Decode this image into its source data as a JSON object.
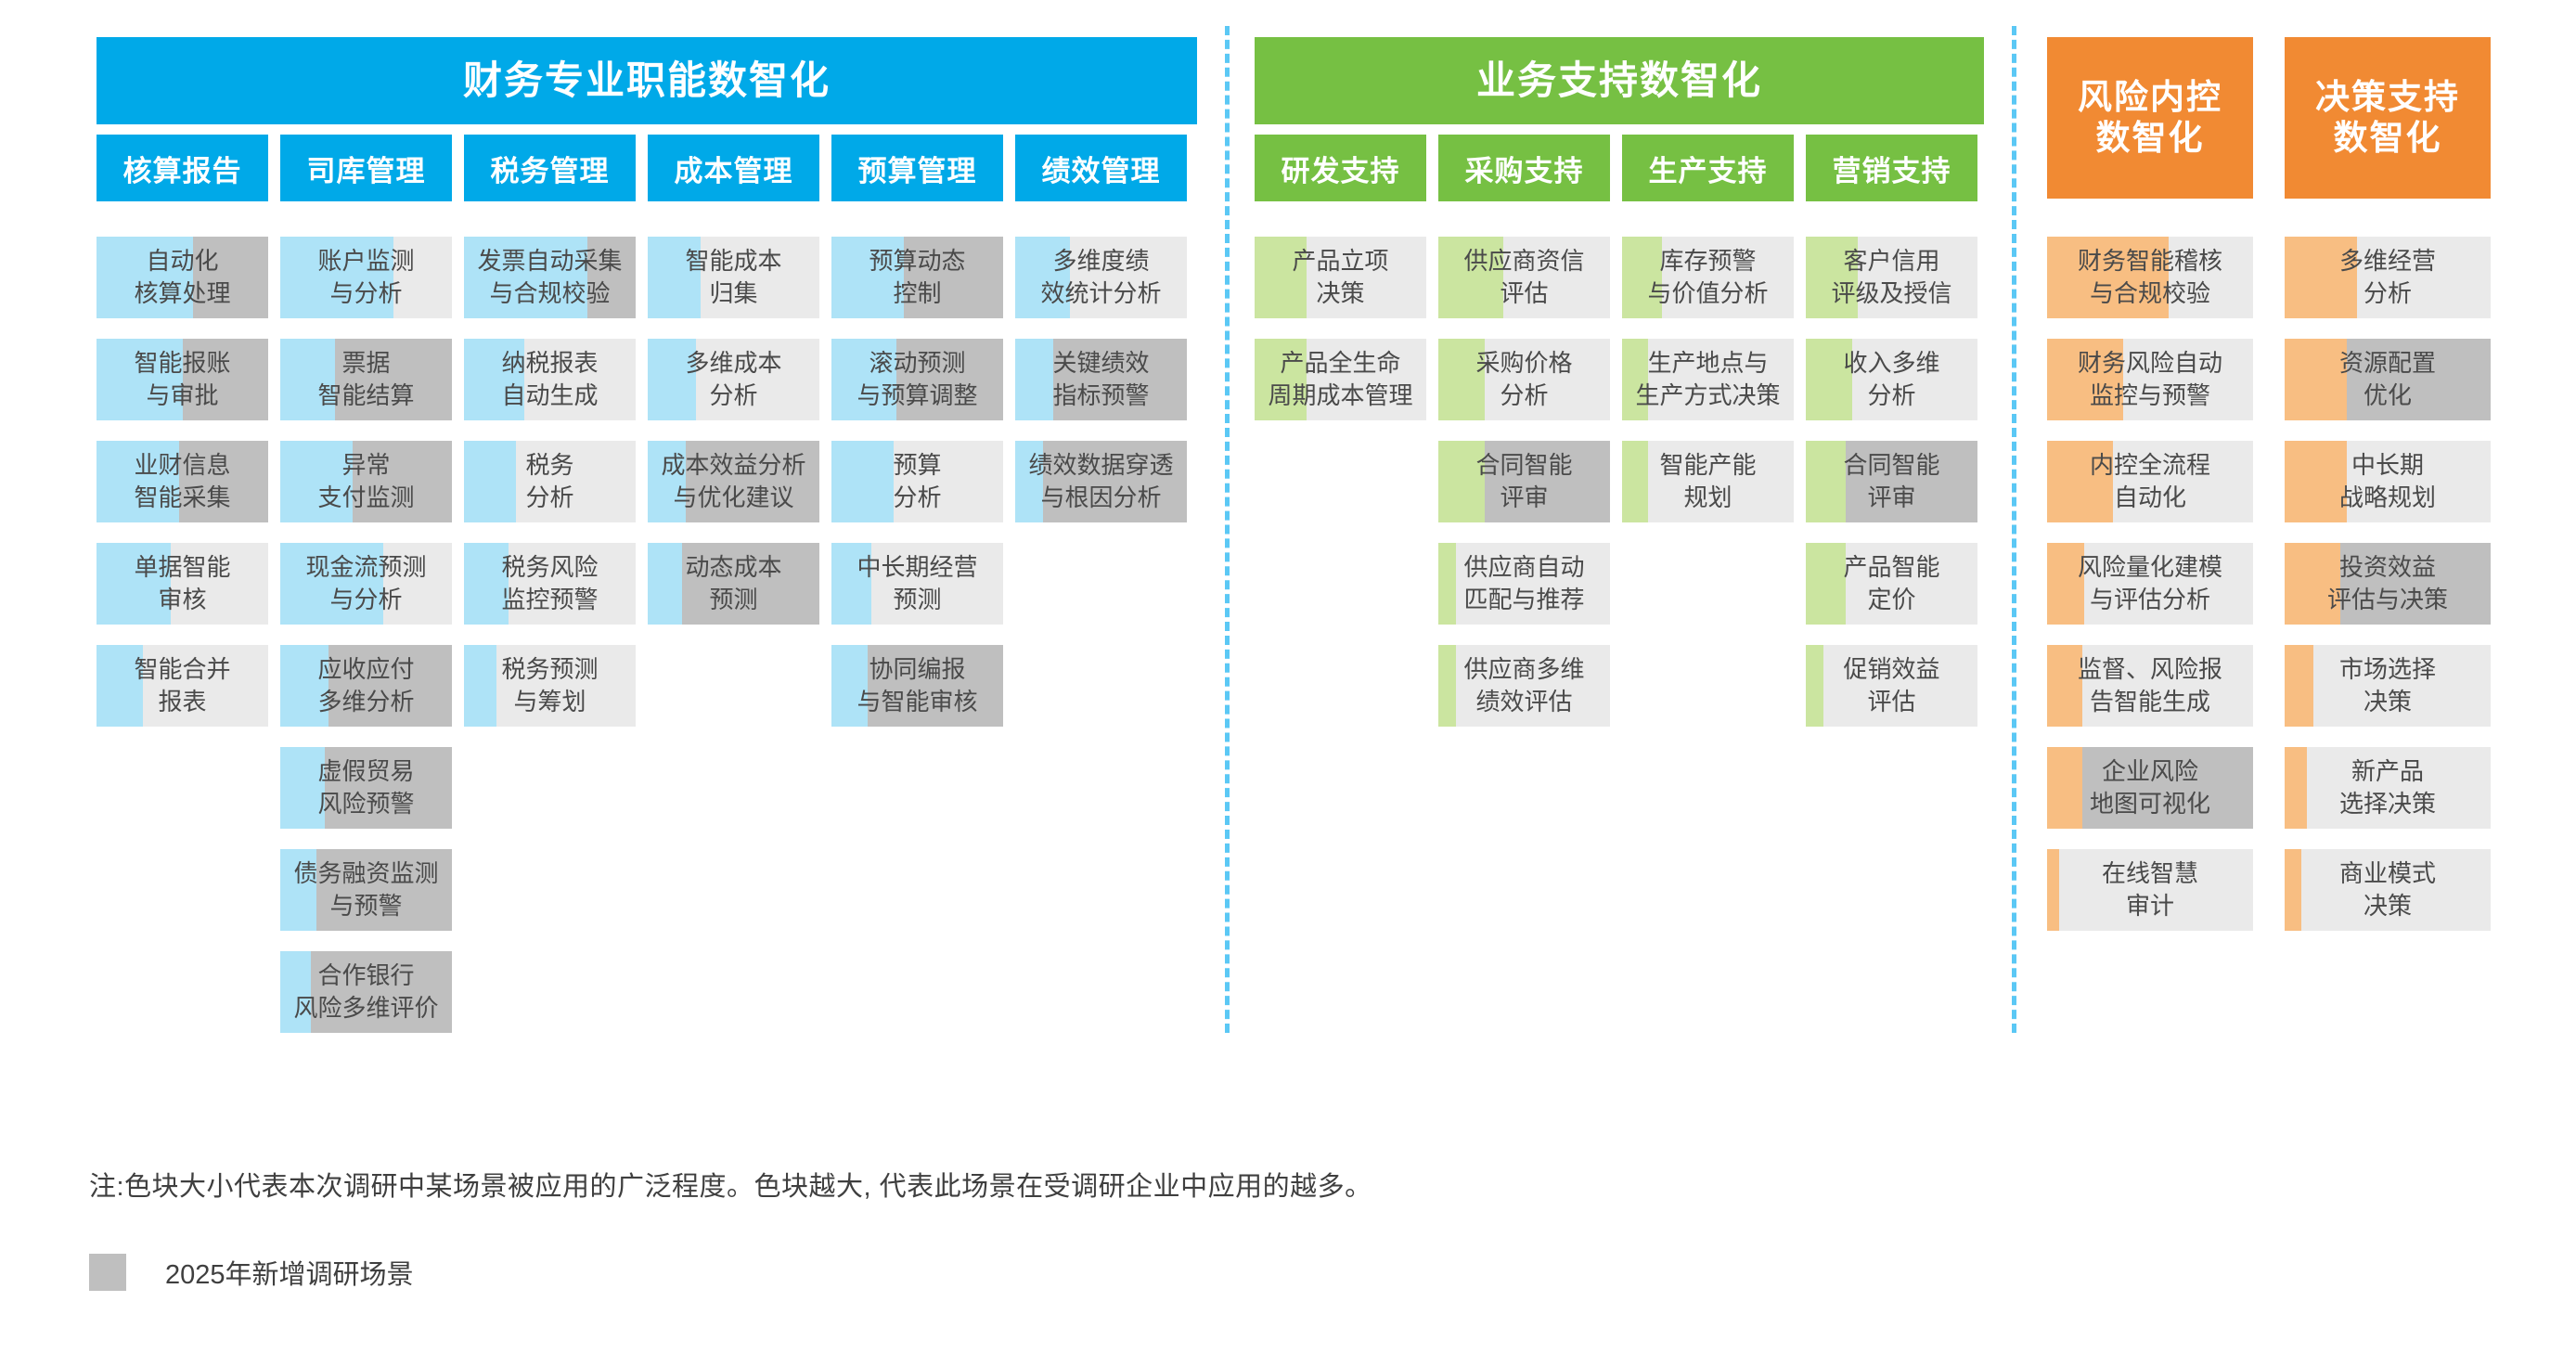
{
  "colors": {
    "finance_banner": "#00A9E8",
    "business_banner": "#76C043",
    "risk_banner": "#F18A33",
    "decision_banner": "#F18A33",
    "finance_bar": "#AEE3F7",
    "business_bar": "#CBE5A0",
    "risk_bar": "#F8BE82",
    "cell_bg_light": "#EAEAEA",
    "cell_bg_new": "#BFBFBF",
    "divider": "#5BC8F5"
  },
  "banners": {
    "finance": "财务专业职能数智化",
    "business": "业务支持数智化",
    "risk": "风险内控\n数智化",
    "decision": "决策支持\n数智化"
  },
  "sections": [
    {
      "id": "finance",
      "columns": [
        {
          "header": "核算报告",
          "cells": [
            {
              "label": "自动化\n核算处理",
              "fill": 0.56,
              "new": true
            },
            {
              "label": "智能报账\n与审批",
              "fill": 0.5,
              "new": true
            },
            {
              "label": "业财信息\n智能采集",
              "fill": 0.48,
              "new": true
            },
            {
              "label": "单据智能\n审核",
              "fill": 0.43,
              "new": false
            },
            {
              "label": "智能合并\n报表",
              "fill": 0.27,
              "new": false
            }
          ]
        },
        {
          "header": "司库管理",
          "cells": [
            {
              "label": "账户监测\n与分析",
              "fill": 0.66,
              "new": false
            },
            {
              "label": "票据\n智能结算",
              "fill": 0.32,
              "new": true
            },
            {
              "label": "异常\n支付监测",
              "fill": 0.42,
              "new": true
            },
            {
              "label": "现金流预测\n与分析",
              "fill": 0.6,
              "new": false
            },
            {
              "label": "应收应付\n多维分析",
              "fill": 0.28,
              "new": true
            },
            {
              "label": "虚假贸易\n风险预警",
              "fill": 0.26,
              "new": true
            },
            {
              "label": "债务融资监测\n与预警",
              "fill": 0.21,
              "new": true
            },
            {
              "label": "合作银行\n风险多维评价",
              "fill": 0.18,
              "new": true
            }
          ]
        },
        {
          "header": "税务管理",
          "cells": [
            {
              "label": "发票自动采集\n与合规校验",
              "fill": 0.72,
              "new": true
            },
            {
              "label": "纳税报表\n自动生成",
              "fill": 0.35,
              "new": false
            },
            {
              "label": "税务\n分析",
              "fill": 0.3,
              "new": false
            },
            {
              "label": "税务风险\n监控预警",
              "fill": 0.26,
              "new": false
            },
            {
              "label": "税务预测\n与筹划",
              "fill": 0.19,
              "new": false
            }
          ]
        },
        {
          "header": "成本管理",
          "cells": [
            {
              "label": "智能成本\n归集",
              "fill": 0.31,
              "new": false
            },
            {
              "label": "多维成本\n分析",
              "fill": 0.28,
              "new": false
            },
            {
              "label": "成本效益分析\n与优化建议",
              "fill": 0.22,
              "new": true
            },
            {
              "label": "动态成本\n预测",
              "fill": 0.2,
              "new": true
            }
          ]
        },
        {
          "header": "预算管理",
          "cells": [
            {
              "label": "预算动态\n控制",
              "fill": 0.42,
              "new": true
            },
            {
              "label": "滚动预测\n与预算调整",
              "fill": 0.38,
              "new": true
            },
            {
              "label": "预算\n分析",
              "fill": 0.36,
              "new": false
            },
            {
              "label": "中长期经营\n预测",
              "fill": 0.23,
              "new": false
            },
            {
              "label": "协同编报\n与智能审核",
              "fill": 0.21,
              "new": true
            }
          ]
        },
        {
          "header": "绩效管理",
          "cells": [
            {
              "label": "多维度绩\n效统计分析",
              "fill": 0.32,
              "new": false
            },
            {
              "label": "关键绩效\n指标预警",
              "fill": 0.22,
              "new": true
            },
            {
              "label": "绩效数据穿透\n与根因分析",
              "fill": 0.16,
              "new": true
            }
          ]
        }
      ]
    },
    {
      "id": "business",
      "columns": [
        {
          "header": "研发支持",
          "cells": [
            {
              "label": "产品立项\n决策",
              "fill": 0.3,
              "new": false
            },
            {
              "label": "产品全生命\n周期成本管理",
              "fill": 0.3,
              "new": false
            }
          ]
        },
        {
          "header": "采购支持",
          "cells": [
            {
              "label": "供应商资信\n评估",
              "fill": 0.38,
              "new": false
            },
            {
              "label": "采购价格\n分析",
              "fill": 0.27,
              "new": false
            },
            {
              "label": "合同智能\n评审",
              "fill": 0.27,
              "new": true
            },
            {
              "label": "供应商自动\n匹配与推荐",
              "fill": 0.1,
              "new": false
            },
            {
              "label": "供应商多维\n绩效评估",
              "fill": 0.1,
              "new": false
            }
          ]
        },
        {
          "header": "生产支持",
          "cells": [
            {
              "label": "库存预警\n与价值分析",
              "fill": 0.23,
              "new": false
            },
            {
              "label": "生产地点与\n生产方式决策",
              "fill": 0.15,
              "new": false
            },
            {
              "label": "智能产能\n规划",
              "fill": 0.15,
              "new": false
            }
          ]
        },
        {
          "header": "营销支持",
          "cells": [
            {
              "label": "客户信用\n评级及授信",
              "fill": 0.3,
              "new": false
            },
            {
              "label": "收入多维\n分析",
              "fill": 0.27,
              "new": false
            },
            {
              "label": "合同智能\n评审",
              "fill": 0.23,
              "new": true
            },
            {
              "label": "产品智能\n定价",
              "fill": 0.23,
              "new": false
            },
            {
              "label": "促销效益\n评估",
              "fill": 0.1,
              "new": false
            }
          ]
        }
      ]
    },
    {
      "id": "risk",
      "columns": [
        {
          "header": "",
          "cells": [
            {
              "label": "财务智能稽核\n与合规校验",
              "fill": 0.59,
              "new": false
            },
            {
              "label": "财务风险自动\n监控与预警",
              "fill": 0.37,
              "new": false
            },
            {
              "label": "内控全流程\n自动化",
              "fill": 0.32,
              "new": false
            },
            {
              "label": "风险量化建模\n与评估分析",
              "fill": 0.18,
              "new": false
            },
            {
              "label": "监督、风险报\n告智能生成",
              "fill": 0.17,
              "new": false
            },
            {
              "label": "企业风险\n地图可视化",
              "fill": 0.17,
              "new": true
            },
            {
              "label": "在线智慧\n审计",
              "fill": 0.06,
              "new": false
            }
          ]
        }
      ]
    },
    {
      "id": "decision",
      "columns": [
        {
          "header": "",
          "cells": [
            {
              "label": "多维经营\n分析",
              "fill": 0.35,
              "new": false
            },
            {
              "label": "资源配置\n优化",
              "fill": 0.3,
              "new": true
            },
            {
              "label": "中长期\n战略规划",
              "fill": 0.3,
              "new": false
            },
            {
              "label": "投资效益\n评估与决策",
              "fill": 0.27,
              "new": true
            },
            {
              "label": "市场选择\n决策",
              "fill": 0.14,
              "new": false
            },
            {
              "label": "新产品\n选择决策",
              "fill": 0.11,
              "new": false
            },
            {
              "label": "商业模式\n决策",
              "fill": 0.08,
              "new": false
            }
          ]
        }
      ]
    }
  ],
  "footer": {
    "note": "注:色块大小代表本次调研中某场景被应用的广泛程度。色块越大, 代表此场景在受调研企业中应用的越多。",
    "legend_label": "2025年新增调研场景"
  }
}
